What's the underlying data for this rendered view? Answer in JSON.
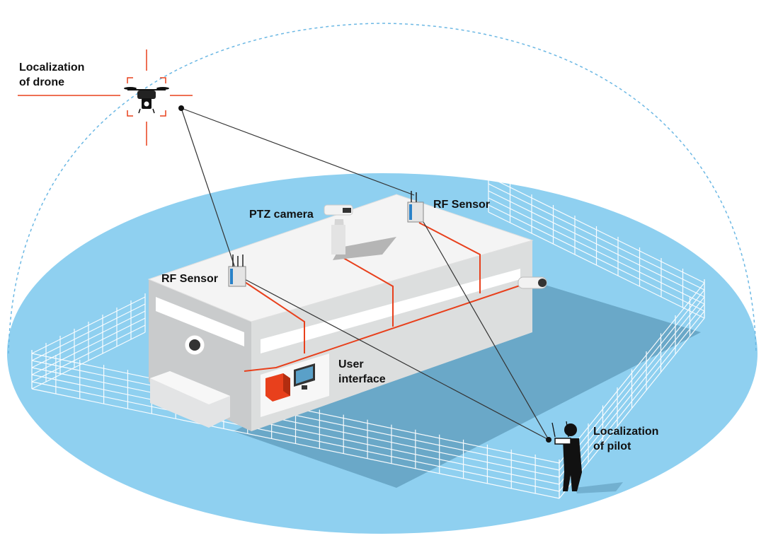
{
  "labels": {
    "drone": {
      "line1": "Localization",
      "line2": "of drone"
    },
    "ptz_camera": "PTZ camera",
    "rf_sensor_right": "RF Sensor",
    "rf_sensor_left": "RF Sensor",
    "user_interface": {
      "line1": "User",
      "line2": "interface"
    },
    "pilot": {
      "line1": "Localization",
      "line2": "of pilot"
    }
  },
  "colors": {
    "ground": "#8fd0f0",
    "ground_dark": "#6aa8c8",
    "dome": "#6cb8e4",
    "cable": "#e8401c",
    "target": "#e8401c",
    "building_top": "#f4f4f4",
    "building_left": "#c9cbcc",
    "building_front": "#dcdede",
    "sight_line": "#333333"
  },
  "icons": [
    "drone-icon",
    "target-crosshair-icon",
    "ptz-camera-icon",
    "rf-sensor-icon",
    "security-camera-icon",
    "server-icon",
    "monitor-icon",
    "pilot-icon",
    "fence-icon"
  ]
}
